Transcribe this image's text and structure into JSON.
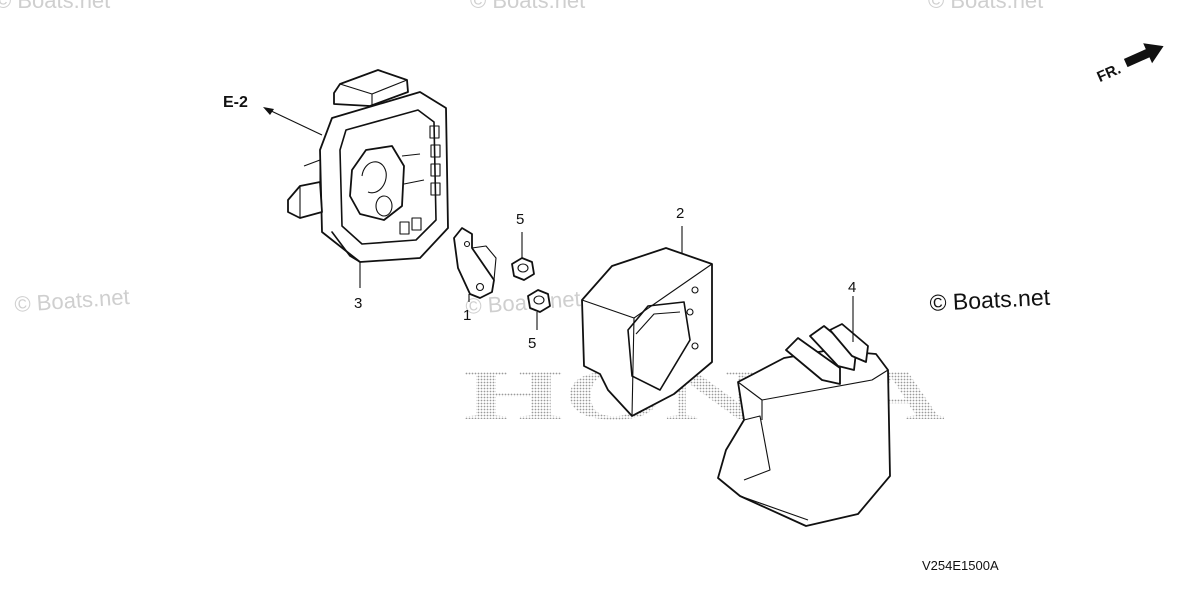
{
  "watermarks": {
    "top_left": "© Boats.net",
    "top_center": "© Boats.net",
    "top_right": "© Boats.net",
    "mid_left": "© Boats.net",
    "mid_center": "© Boats.net",
    "main": "© Boats.net",
    "brand": "HONDA"
  },
  "reference": {
    "label": "E-2"
  },
  "direction": {
    "label": "FR."
  },
  "callouts": {
    "part_1": "1",
    "part_2": "2",
    "part_3": "3",
    "part_4": "4",
    "part_5_top": "5",
    "part_5_bottom": "5"
  },
  "diagram_code": "V254E1500A",
  "icons": {
    "front_arrow": "front-direction-arrow-icon"
  }
}
